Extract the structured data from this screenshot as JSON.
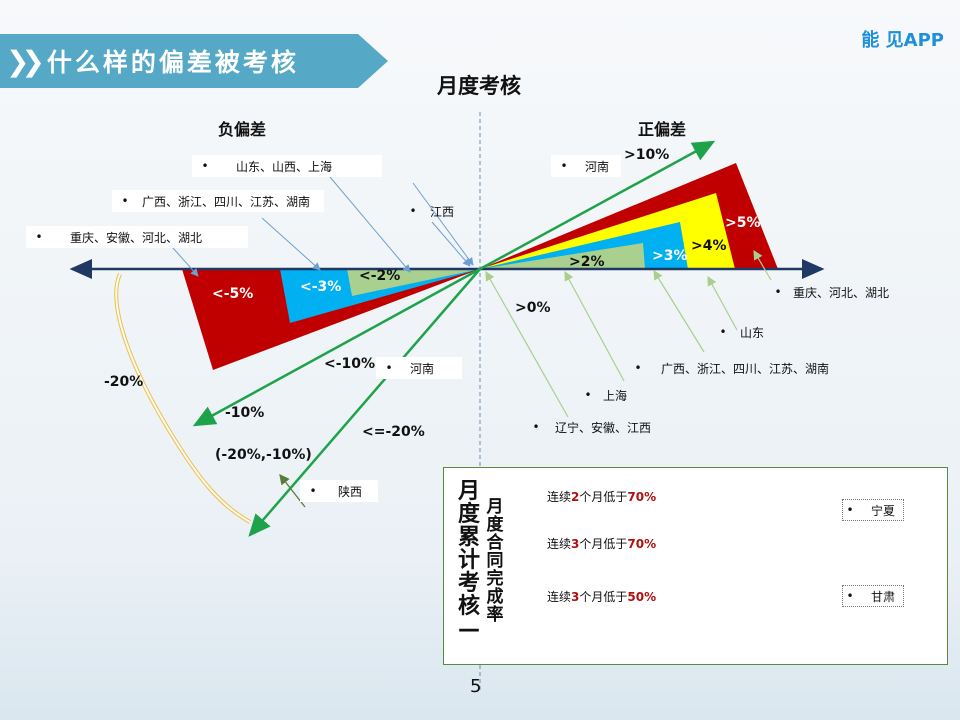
{
  "header": {
    "section_title": "什么样的偏差被考核",
    "chevrons": "❯❯",
    "brand": "能 见APP",
    "main_title": "月度考核"
  },
  "sections": {
    "negative": "负偏差",
    "positive": "正偏差"
  },
  "colors": {
    "banner": "#55a8c6",
    "red": "#c00000",
    "yellow": "#ffff00",
    "blue": "#00b0f0",
    "light_green": "#a9d08e",
    "green_arrow": "#1fa34a",
    "axis": "#1f3864",
    "brand": "#1e8fd8"
  },
  "chart_data": {
    "type": "diagram",
    "title": "月度考核",
    "negative_bands": [
      {
        "label": "<-5%",
        "color": "#c00000"
      },
      {
        "label": "<-3%",
        "color": "#00b0f0"
      },
      {
        "label": "<-2%",
        "color": "#a9d08e"
      }
    ],
    "positive_bands": [
      {
        "label": ">2%",
        "color": "#a9d08e"
      },
      {
        "label": ">3%",
        "color": "#00b0f0"
      },
      {
        "label": ">4%",
        "color": "#ffff00"
      },
      {
        "label": ">5%",
        "color": "#c00000"
      }
    ],
    "arrows": [
      ">10%",
      ">0%",
      "<-10%",
      "-10%",
      "<=-20%",
      "(-20%,-10%)",
      "-20%"
    ]
  },
  "negative_labels": {
    "band_5": "<-5%",
    "band_3": "<-3%",
    "band_2": "<-2%",
    "lt_neg10": "<-10%",
    "neg10": "-10%",
    "le_neg20": "<=-20%",
    "range": "(-20%,-10%)",
    "neg20": "-20%"
  },
  "positive_labels": {
    "gt10": ">10%",
    "gt5": ">5%",
    "gt4": ">4%",
    "gt3": ">3%",
    "gt2": ">2%",
    "gt0": ">0%"
  },
  "provinces": {
    "neg_shandong": "山东、山西、上海",
    "neg_guangxi": "广西、浙江、四川、江苏、湖南",
    "neg_chongqing": "重庆、安徽、河北、湖北",
    "neg_jiangxi": "江西",
    "neg_henan": "河南",
    "neg_shaanxi": "陕西",
    "pos_henan": "河南",
    "pos_chongqing": "重庆、河北、湖北",
    "pos_shandong": "山东",
    "pos_guangxi": "广西、浙江、四川、江苏、湖南",
    "pos_shanghai": "上海",
    "pos_liaoning": "辽宁、安徽、江西"
  },
  "bullet": "•",
  "cumulative": {
    "title": "月度累计考核—",
    "subtitle": "月度合同完成率",
    "rules": [
      {
        "pre": "连续",
        "n": "2",
        "mid": "个月低于",
        "pct": "70%"
      },
      {
        "pre": "连续",
        "n": "3",
        "mid": "个月低于",
        "pct": "70%"
      },
      {
        "pre": "连续",
        "n": "3",
        "mid": "个月低于",
        "pct": "50%"
      }
    ],
    "targets": [
      "宁夏",
      "甘肃"
    ]
  },
  "page_number": "5"
}
